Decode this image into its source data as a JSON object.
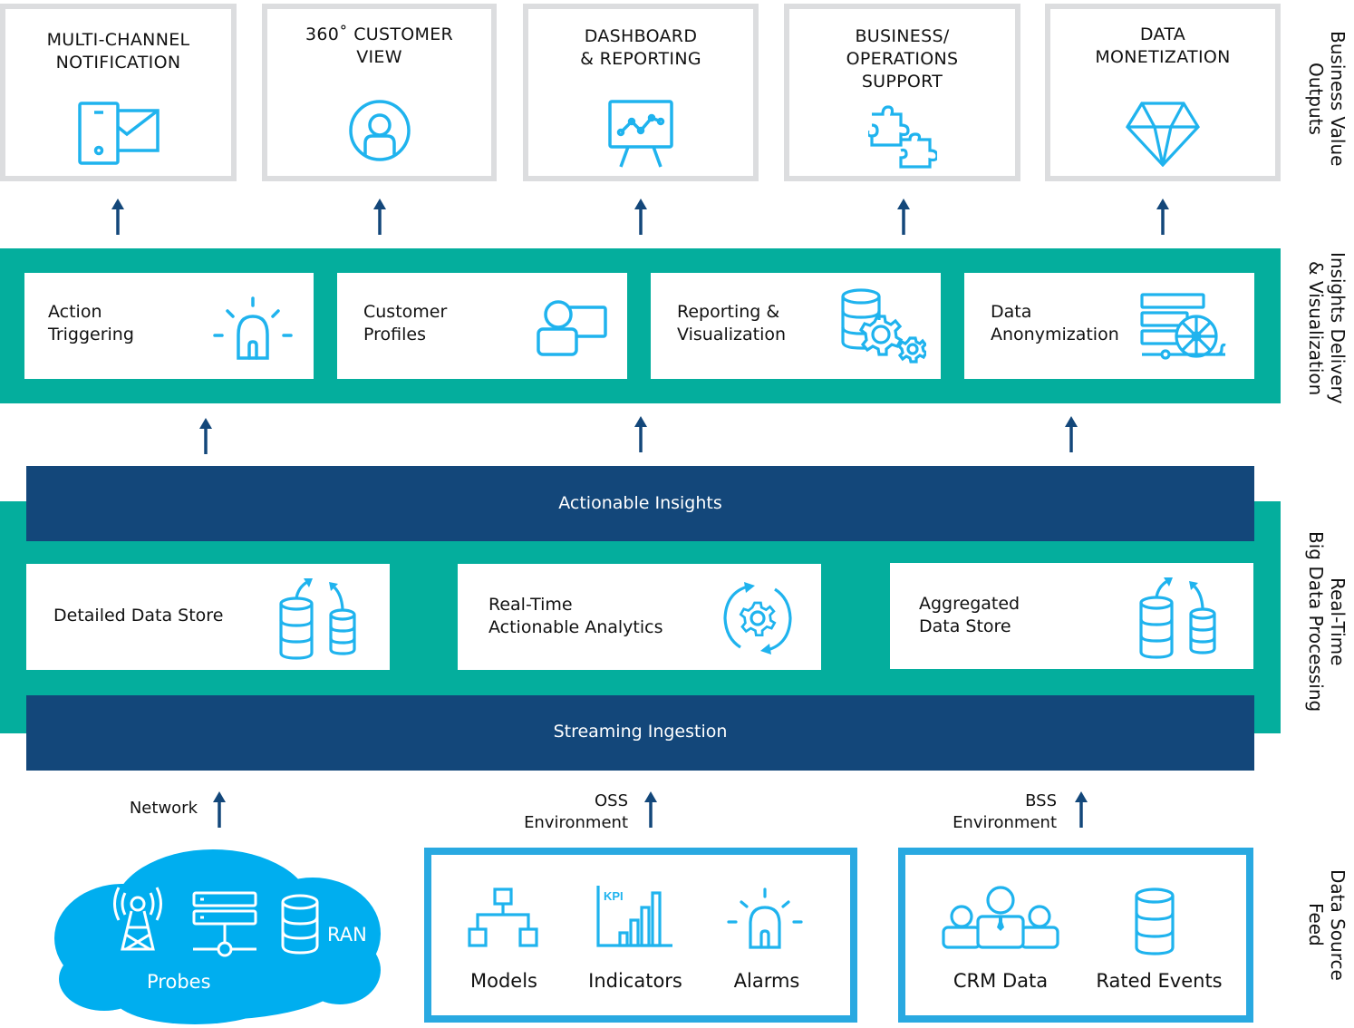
{
  "colors": {
    "teal": "#04ae9d",
    "navy": "#13477a",
    "icon_blue": "#1fb3ee",
    "source_border": "#29a9e1",
    "cloud": "#00aeef",
    "output_border": "#dcdddf"
  },
  "side_labels": {
    "business_value": "Business Value\nOutputs",
    "insights": "Insights Delivery\n& Visualization",
    "processing": "Real-Time\nBig Data Processing",
    "data_source": "Data Source\nFeed"
  },
  "outputs": [
    {
      "title": "MULTI-CHANNEL\nNOTIFICATION",
      "icon": "phone-mail-icon"
    },
    {
      "title": "360˚ CUSTOMER\nVIEW",
      "icon": "user-circle-icon"
    },
    {
      "title": "DASHBOARD\n& REPORTING",
      "icon": "presentation-chart-icon"
    },
    {
      "title": "BUSINESS/\nOPERATIONS\nSUPPORT",
      "icon": "puzzle-icon"
    },
    {
      "title": "DATA\nMONETIZATION",
      "icon": "diamond-icon"
    }
  ],
  "insights": [
    {
      "label": "Action\nTriggering",
      "icon": "alarm-light-icon"
    },
    {
      "label": "Customer\nProfiles",
      "icon": "profile-card-icon"
    },
    {
      "label": "Reporting &\nVisualization",
      "icon": "database-gears-icon"
    },
    {
      "label": "Data\nAnonymization",
      "icon": "anonymization-reel-icon"
    }
  ],
  "processing": {
    "top_bar": "Actionable Insights",
    "bottom_bar": "Streaming Ingestion",
    "cards": [
      {
        "label": "Detailed Data Store",
        "icon": "database-sync-icon"
      },
      {
        "label": "Real-Time\nActionable Analytics",
        "icon": "gear-cycle-icon"
      },
      {
        "label": "Aggregated\nData Store",
        "icon": "database-sync-icon"
      }
    ]
  },
  "sources": {
    "network": {
      "label": "Network",
      "items": [
        "Probes",
        "RAN"
      ]
    },
    "oss": {
      "label": "OSS\nEnvironment",
      "items": [
        "Models",
        "Indicators",
        "Alarms"
      ],
      "kpi_text": "KPI"
    },
    "bss": {
      "label": "BSS\nEnvironment",
      "items": [
        "CRM Data",
        "Rated Events"
      ]
    }
  }
}
